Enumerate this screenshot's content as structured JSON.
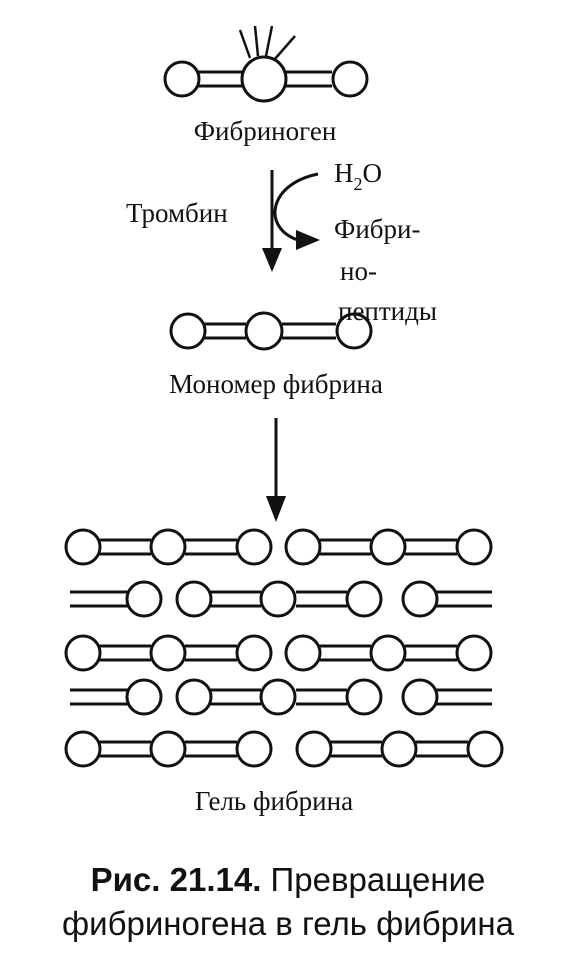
{
  "labels": {
    "fibrinogen": "Фибриноген",
    "water": "H",
    "water_sub": "2",
    "water_tail": "O",
    "thrombin": "Тромбин",
    "fibrinopeptides_1": "Фибри-",
    "fibrinopeptides_2": "но-",
    "fibrinopeptides_3": "пептиды",
    "fibrin_monomer": "Мономер фибрина",
    "fibrin_gel": "Гель фибрина"
  },
  "caption": {
    "figure_number": "Рис. 21.14.",
    "text_line1": "Превращение",
    "text_line2": "фибриногена в гель фибрина"
  }
}
